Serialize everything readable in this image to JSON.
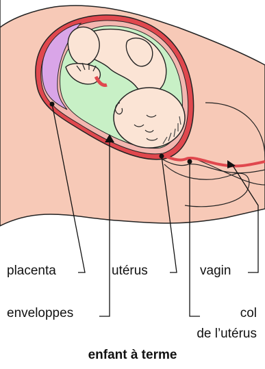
{
  "labels": {
    "placenta": "placenta",
    "uterus": "utérus",
    "vagin": "vagin",
    "enveloppes": "enveloppes",
    "col_line1": "col",
    "col_line2": "de l’utérus"
  },
  "caption": "enfant à terme",
  "colors": {
    "skin": "#f7c9b7",
    "uterus_wall": "#e0484e",
    "amniotic_fluid": "#c8f0c6",
    "placenta": "#d9a5e8",
    "baby_skin": "#fbe4d5",
    "outline": "#222222"
  }
}
